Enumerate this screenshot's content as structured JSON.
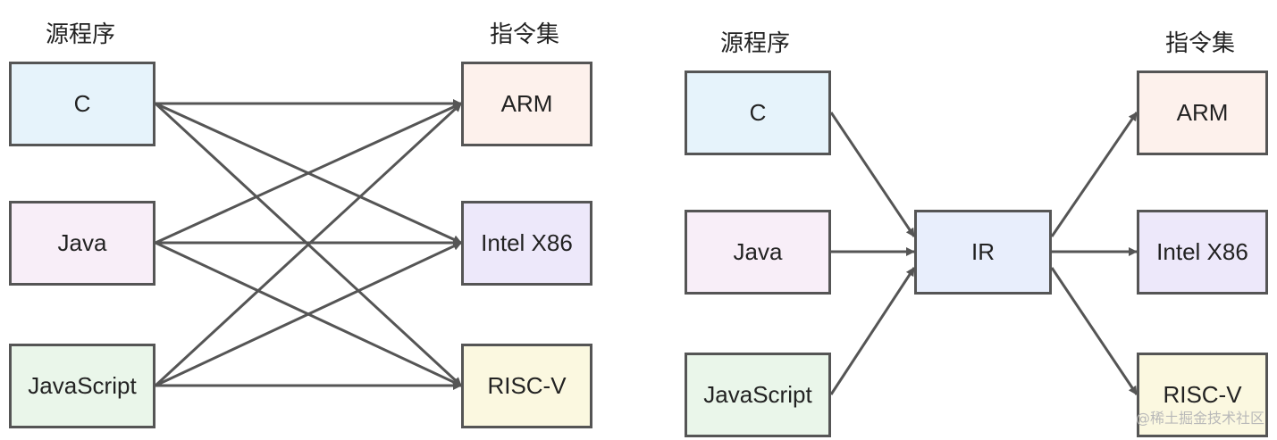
{
  "left": {
    "source_title": "源程序",
    "target_title": "指令集",
    "sources": [
      "C",
      "Java",
      "JavaScript"
    ],
    "targets": [
      "ARM",
      "Intel X86",
      "RISC-V"
    ]
  },
  "right": {
    "source_title": "源程序",
    "target_title": "指令集",
    "sources": [
      "C",
      "Java",
      "JavaScript"
    ],
    "hub": "IR",
    "targets": [
      "ARM",
      "Intel X86",
      "RISC-V"
    ]
  },
  "watermark": "@稀土掘金技术社区",
  "colors": {
    "line": "#555555",
    "source_c": "#e6f3fb",
    "source_java": "#f8eef8",
    "source_js": "#eaf6ea",
    "target_arm": "#fdf1ec",
    "target_x86": "#ede8fa",
    "target_riscv": "#fbf8e0",
    "hub": "#e8eefc"
  }
}
